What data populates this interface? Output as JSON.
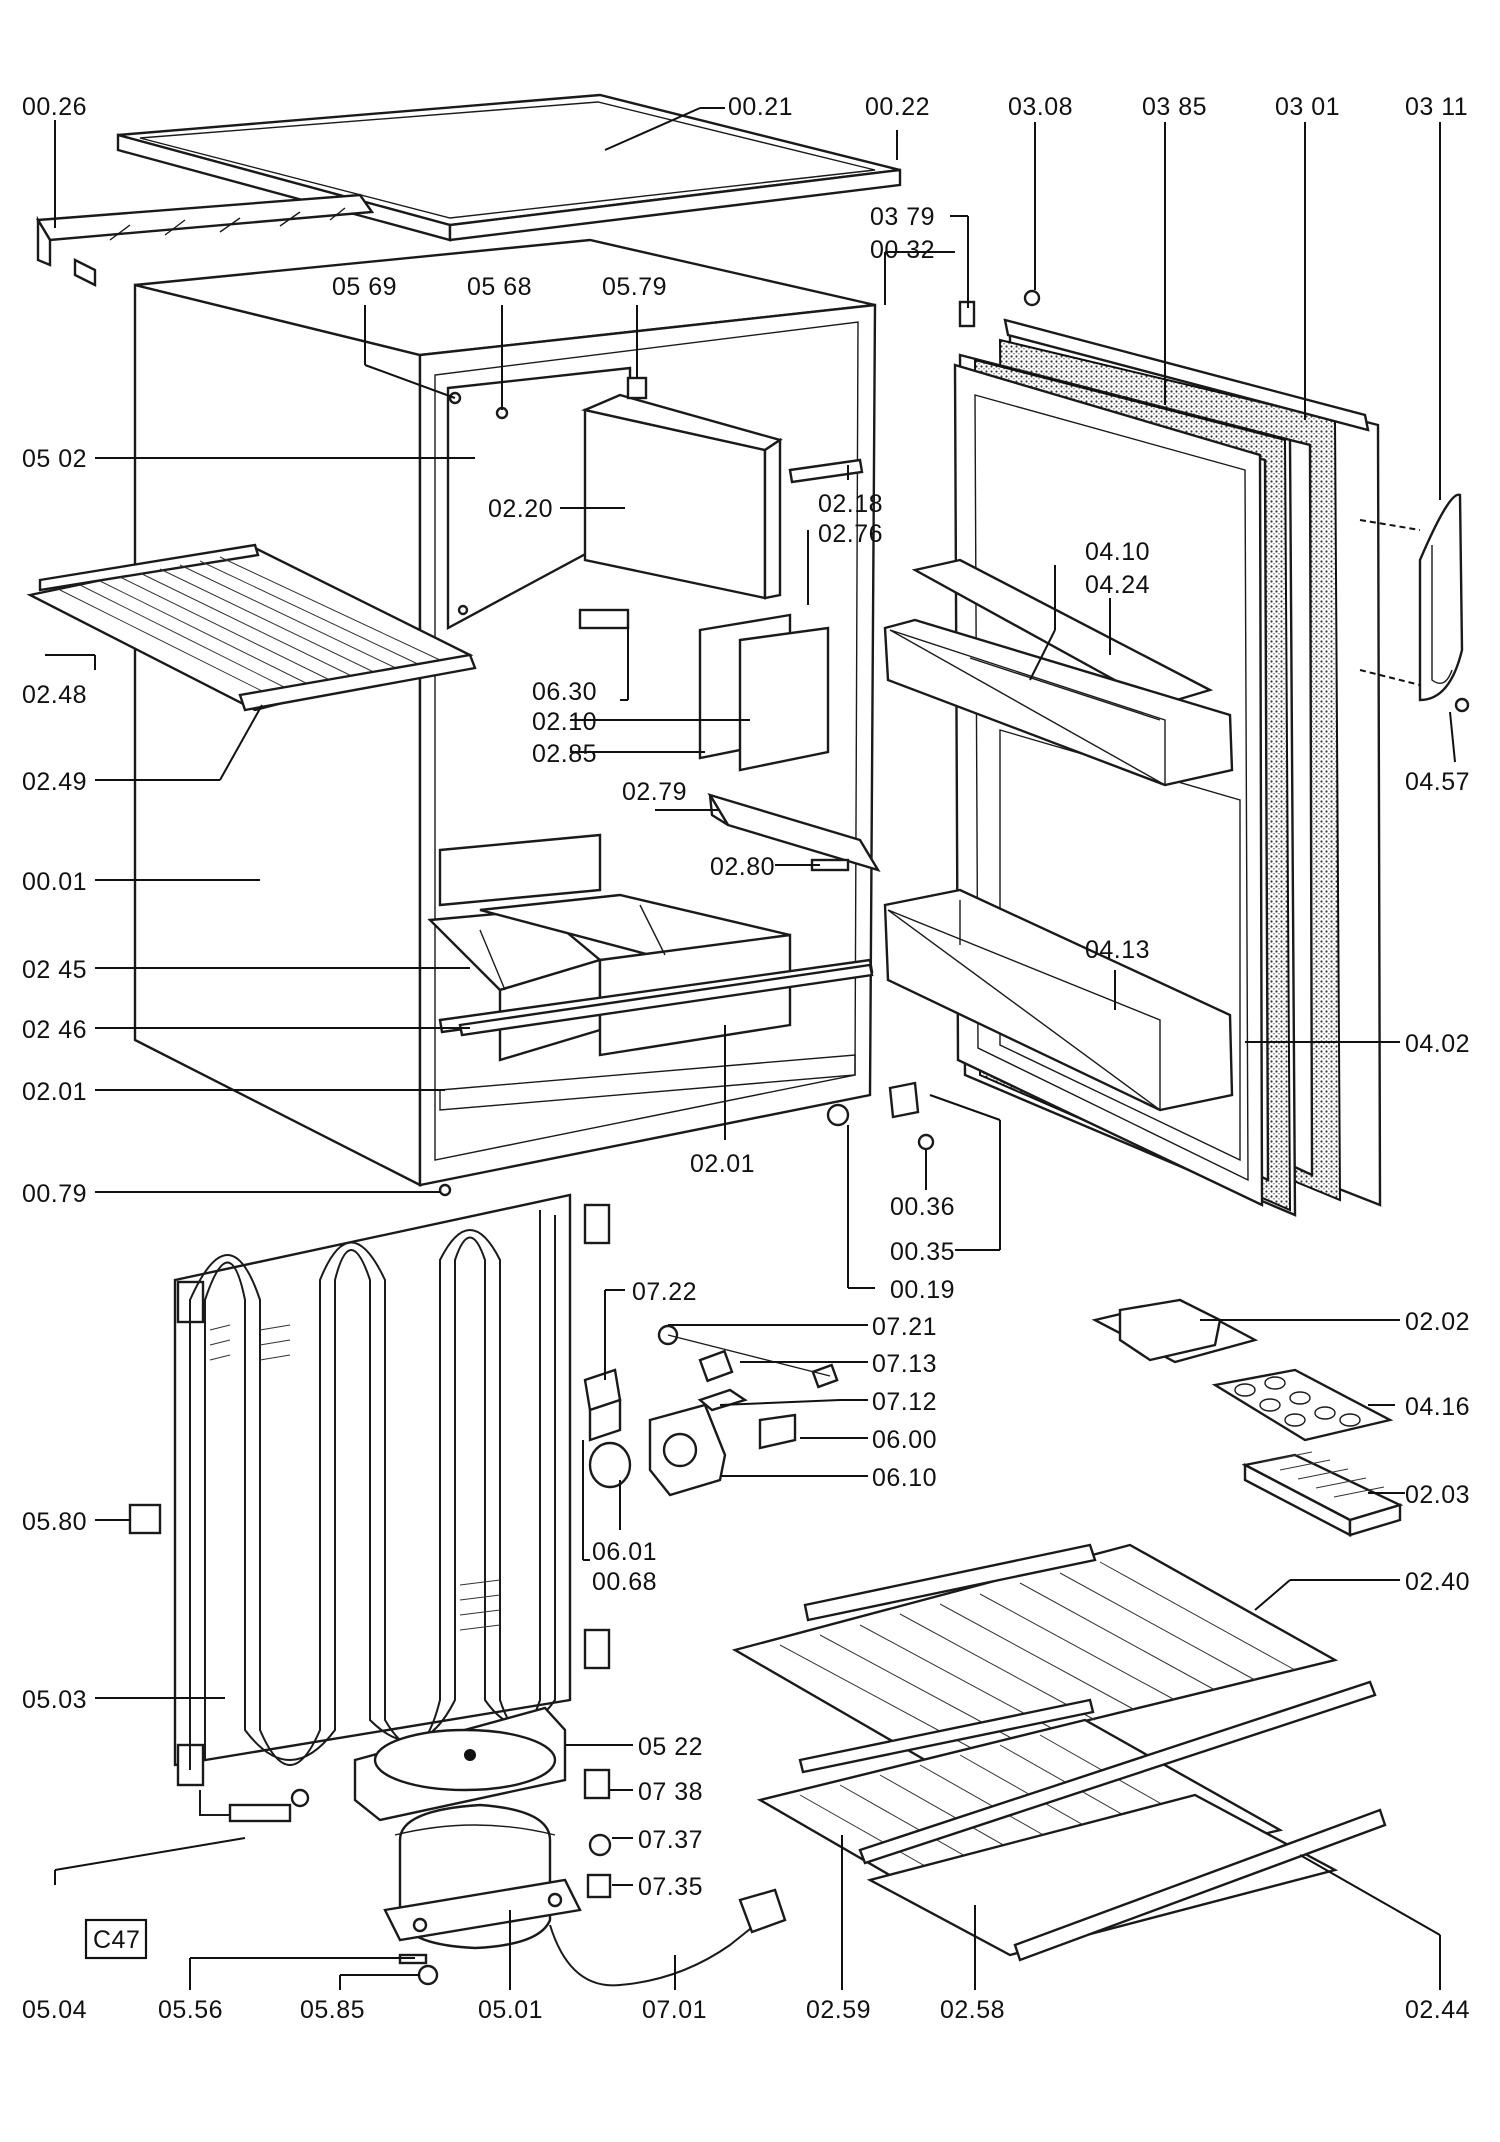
{
  "diagram": {
    "model_code": "C47",
    "labels": {
      "00_26": "00.26",
      "00_21": "00.21",
      "00_22": "00.22",
      "03_08": "03.08",
      "03_85": "03 85",
      "03_01": "03 01",
      "03_11": "03 11",
      "03_79": "03 79",
      "00_32": "00 32",
      "05_69": "05 69",
      "05_68": "05 68",
      "05_79": "05.79",
      "05_02": "05 02",
      "02_20": "02.20",
      "02_18": "02.18",
      "02_76": "02.76",
      "04_10": "04.10",
      "04_24": "04.24",
      "02_48": "02.48",
      "06_30": "06.30",
      "02_10": "02.10",
      "02_85": "02.85",
      "04_57": "04.57",
      "02_49": "02.49",
      "02_79": "02.79",
      "02_80": "02.80",
      "00_01": "00.01",
      "04_13": "04.13",
      "02_45": "02 45",
      "02_46": "02 46",
      "04_02": "04.02",
      "02_01a": "02.01",
      "02_01b": "02.01",
      "00_79": "00.79",
      "00_36": "00.36",
      "00_35": "00.35",
      "00_19": "00.19",
      "07_22": "07.22",
      "07_21": "07.21",
      "02_02": "02.02",
      "07_13": "07.13",
      "07_12": "07.12",
      "04_16": "04.16",
      "06_00": "06.00",
      "06_10": "06.10",
      "05_80": "05.80",
      "02_03": "02.03",
      "06_01": "06.01",
      "00_68": "00.68",
      "02_40": "02.40",
      "05_03": "05.03",
      "05_22": "05 22",
      "07_38": "07 38",
      "07_37": "07.37",
      "07_35": "07.35",
      "05_04": "05.04",
      "05_56": "05.56",
      "05_85": "05.85",
      "05_01": "05.01",
      "07_01": "07.01",
      "02_59": "02.59",
      "02_58": "02.58",
      "02_44": "02.44"
    }
  }
}
